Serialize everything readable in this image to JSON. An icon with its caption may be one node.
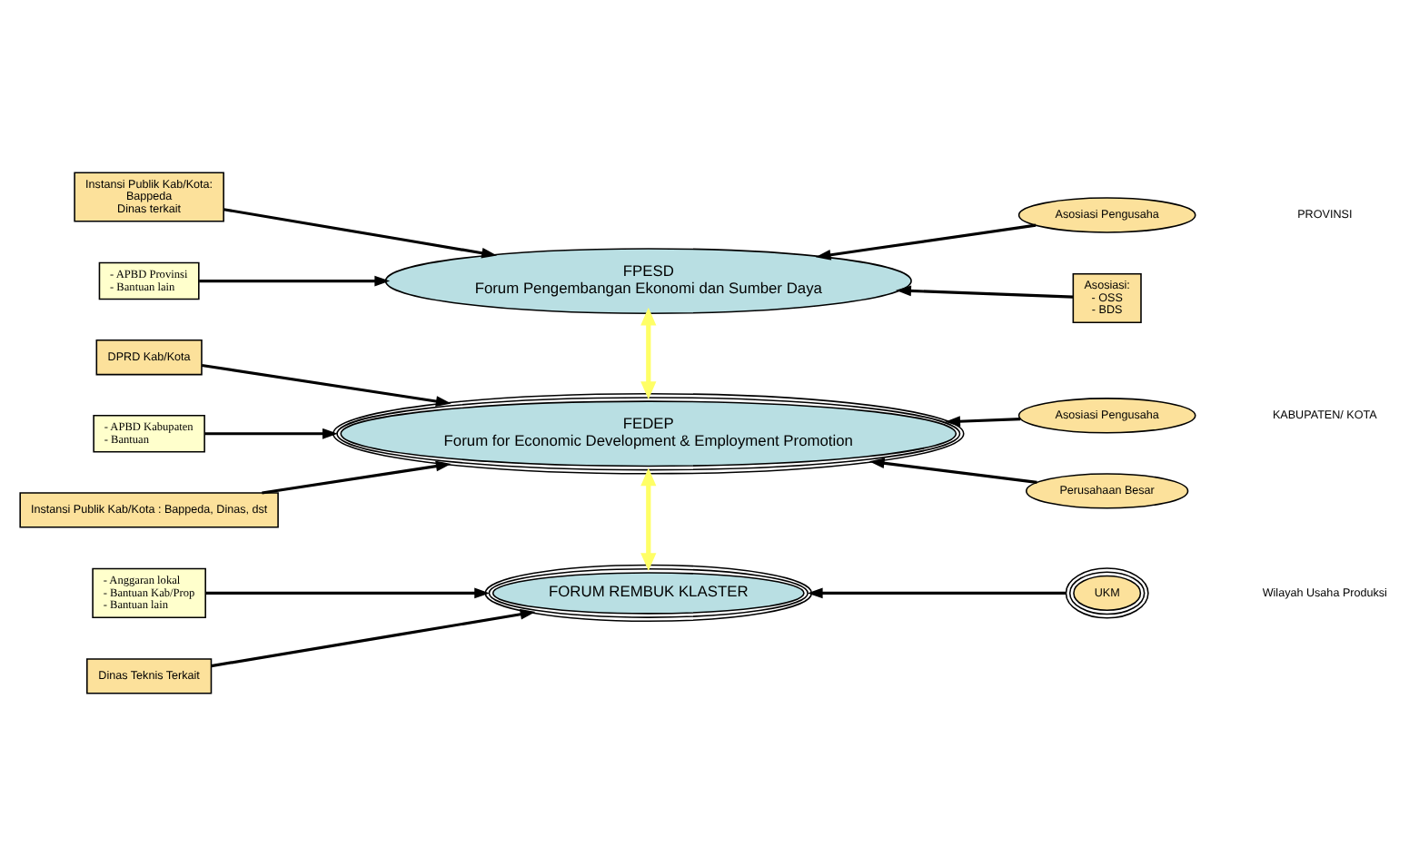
{
  "diagram": {
    "nodes": [
      {
        "text": [
          "Instansi Publik Kab/Kota:",
          "Bappeda",
          "Dinas terkait"
        ]
      },
      {
        "text": [
          "FPESD",
          "Forum Pengembangan Ekonomi dan Sumber Daya"
        ]
      },
      {
        "text": [
          "Asosiasi Pengusaha"
        ]
      },
      {
        "text": [
          "- APBD Provinsi",
          "- Bantuan lain"
        ]
      },
      {
        "text": [
          "Asosiasi:",
          "- OSS",
          "- BDS"
        ]
      },
      {
        "text": [
          "DPRD Kab/Kota"
        ]
      },
      {
        "text": [
          "- APBD Kabupaten",
          "- Bantuan"
        ]
      },
      {
        "text": [
          "FEDEP",
          "Forum for Economic Development & Employment Promotion"
        ]
      },
      {
        "text": [
          "Asosiasi Pengusaha"
        ]
      },
      {
        "text": [
          "Instansi Publik Kab/Kota : Bappeda, Dinas, dst"
        ]
      },
      {
        "text": [
          "Perusahaan Besar"
        ]
      },
      {
        "text": [
          "- Anggaran lokal",
          "- Bantuan Kab/Prop",
          "- Bantuan lain"
        ]
      },
      {
        "text": [
          "Dinas Teknis Terkait"
        ]
      },
      {
        "text": [
          "FORUM REMBUK KLASTER"
        ]
      },
      {
        "text": [
          "UKM"
        ]
      }
    ],
    "edges": [
      {
        "from": 0,
        "to": 1,
        "arrow": "to"
      },
      {
        "from": 3,
        "to": 1,
        "arrow": "to"
      },
      {
        "from": 2,
        "to": 1,
        "arrow": "to"
      },
      {
        "from": 4,
        "to": 1,
        "arrow": "to"
      },
      {
        "from": 1,
        "to": 7,
        "arrow": "both",
        "color": "#ffff66"
      },
      {
        "from": 5,
        "to": 7,
        "arrow": "to"
      },
      {
        "from": 6,
        "to": 7,
        "arrow": "to"
      },
      {
        "from": 8,
        "to": 7,
        "arrow": "to"
      },
      {
        "from": 9,
        "to": 7,
        "arrow": "to"
      },
      {
        "from": 10,
        "to": 7,
        "arrow": "to"
      },
      {
        "from": 7,
        "to": 13,
        "arrow": "both",
        "color": "#ffff66"
      },
      {
        "from": 11,
        "to": 13,
        "arrow": "to"
      },
      {
        "from": 12,
        "to": 13,
        "arrow": "to"
      },
      {
        "from": 14,
        "to": 13,
        "arrow": "to"
      }
    ],
    "labels": [
      "PROVINSI",
      "KABUPATEN/ KOTA",
      "Wilayah Usaha Produksi"
    ]
  }
}
